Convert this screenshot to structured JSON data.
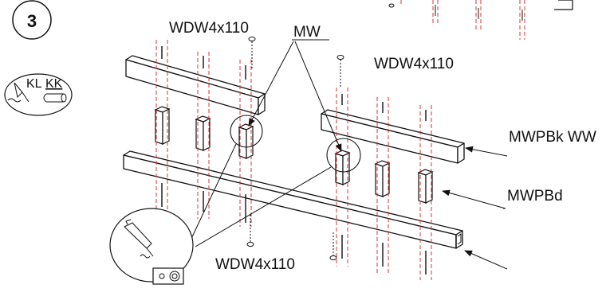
{
  "step": {
    "number": "3"
  },
  "glue_legend": {
    "kl": "KL",
    "kk": "KK"
  },
  "labels": {
    "wdw_top": "WDW4x110",
    "wdw_middle": "WDW4x110",
    "wdw_bottom": "WDW4x110",
    "mw": "MW",
    "mwpbk": "MWPBk WW",
    "mwpbd": "MWPBd"
  },
  "colors": {
    "line": "#111111",
    "dowel_axis": "#e3302f",
    "background": "#ffffff"
  }
}
